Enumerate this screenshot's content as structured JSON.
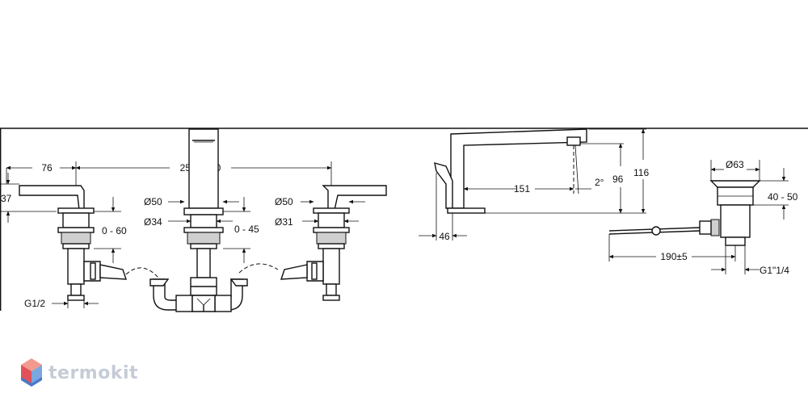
{
  "dimensions": {
    "lever_width": "76",
    "spacing": "250 - 400",
    "lever_height": "37",
    "dia_left_top": "Ø50",
    "dia_left_bottom": "Ø34",
    "dia_right_top": "Ø50",
    "dia_right_bottom": "Ø31",
    "left_adjust": "0 - 60",
    "center_adjust": "0 - 45",
    "thread_left": "G1/2",
    "spout_reach": "151",
    "angle": "2°",
    "spout_height_outlet": "96",
    "spout_height_total": "116",
    "base_offset": "46",
    "waste_dia": "Ø63",
    "waste_height": "40 - 50",
    "rod_length": "190±5",
    "waste_thread": "G1\"1/4"
  },
  "brand": {
    "name": "termokit",
    "colors": {
      "top": "#f29a8e",
      "left": "#e0525a",
      "right": "#7aa7e0",
      "bottom": "#4a79c9"
    }
  }
}
